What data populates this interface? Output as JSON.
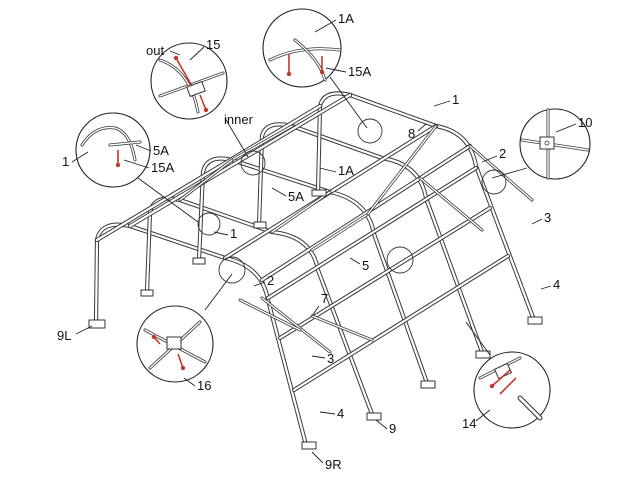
{
  "labels": {
    "out": "out",
    "inner": "inner",
    "p1": "1",
    "p1A": "1A",
    "p2": "2",
    "p3": "3",
    "p4": "4",
    "p5": "5",
    "p5A": "5A",
    "p7": "7",
    "p8": "8",
    "p9": "9",
    "p9L": "9L",
    "p9R": "9R",
    "p10": "10",
    "p14": "14",
    "p15": "15",
    "p15A": "15A",
    "p16": "16"
  },
  "colors": {
    "frame": "#3a3a3a",
    "hardware": "#c0392b",
    "background": "#ffffff"
  }
}
